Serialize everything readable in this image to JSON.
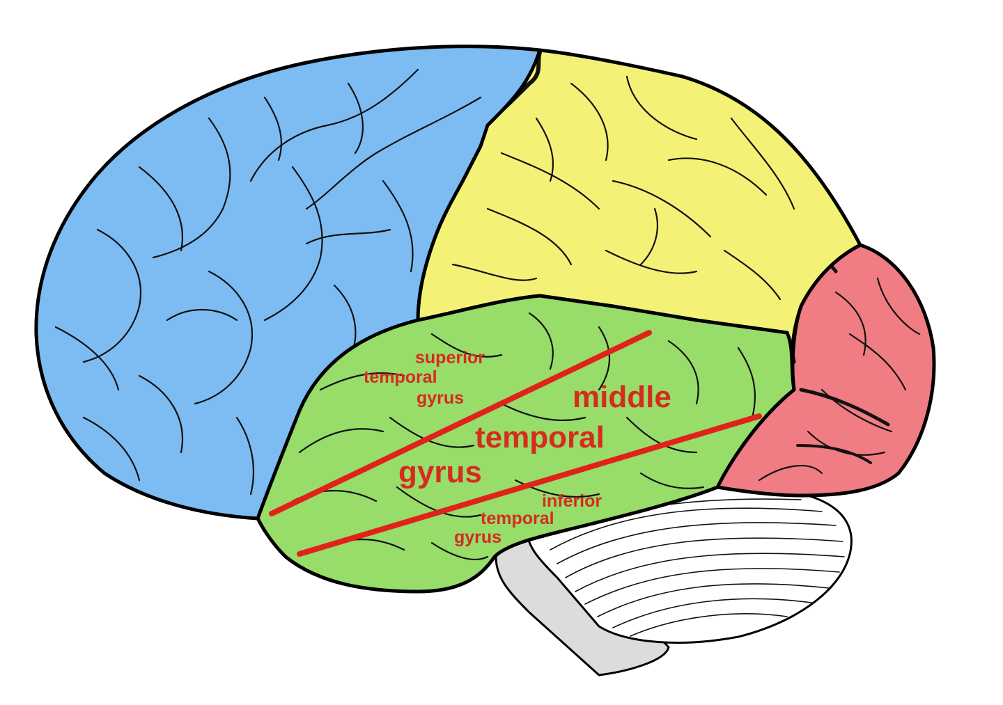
{
  "colors": {
    "frontal": "#7cbcf2",
    "parietal": "#f4f276",
    "temporal": "#98dc6a",
    "occipital": "#f07c84",
    "cerebellum": "#ffffff",
    "brainstem": "#dcdcdc",
    "highlight": "#e0221a",
    "label": "#d62b1f"
  },
  "labels": {
    "superior": {
      "line1": "superior",
      "line2": "temporal",
      "line3": "gyrus"
    },
    "middle": {
      "line1": "middle",
      "line2": "temporal",
      "line3": "gyrus"
    },
    "inferior": {
      "line1": "inferior",
      "line2": "temporal",
      "line3": "gyrus"
    }
  }
}
